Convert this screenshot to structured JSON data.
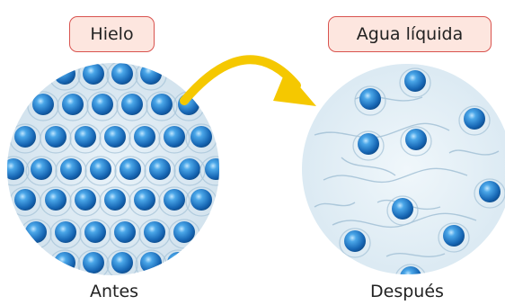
{
  "labels": {
    "before_state": "Hielo",
    "after_state": "Agua líquida"
  },
  "captions": {
    "before": "Antes",
    "after": "Después"
  },
  "colors": {
    "label_fill": "#fde6df",
    "label_border": "#d9534f",
    "arrow": "#f5c800",
    "molecule": "#1f73c4",
    "background_ice": "#dbe9f3",
    "background_water": "#e1eef6"
  }
}
